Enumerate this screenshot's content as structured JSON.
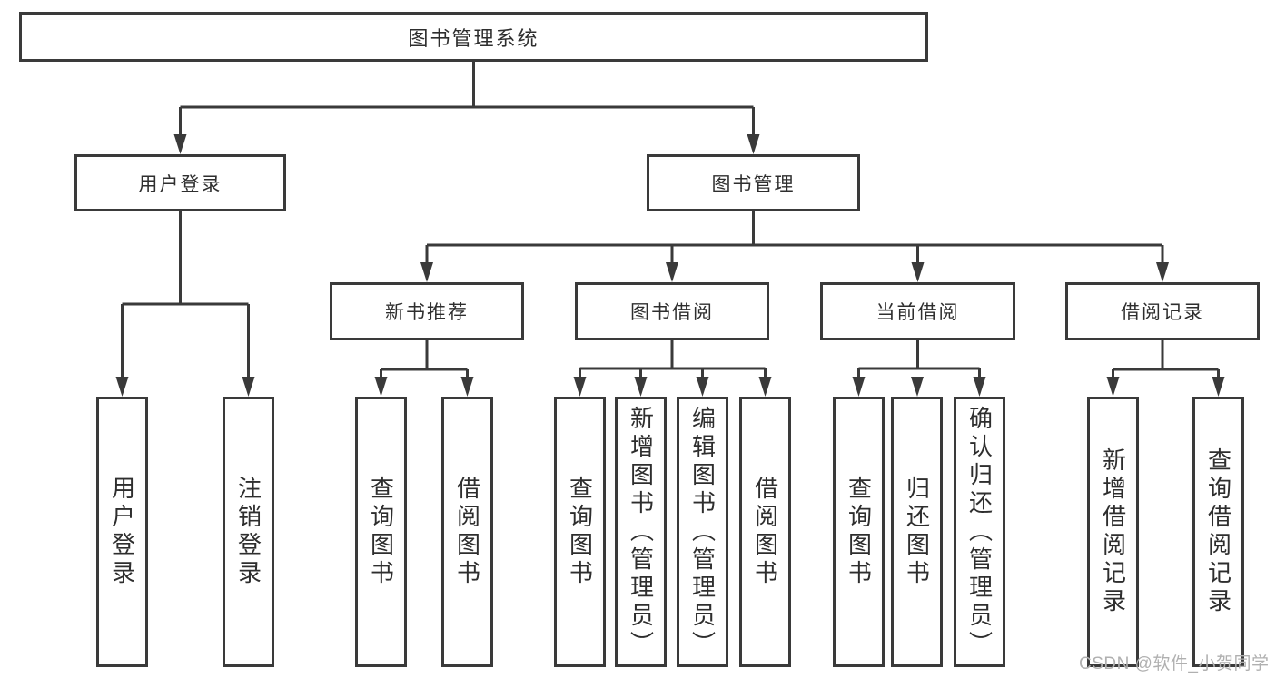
{
  "diagram": {
    "root": {
      "label": "图书管理系统"
    },
    "branches": [
      {
        "label": "用户登录",
        "children": [
          {
            "label": "用户登录"
          },
          {
            "label": "注销登录"
          }
        ]
      },
      {
        "label": "图书管理",
        "children": [
          {
            "label": "新书推荐",
            "children": [
              {
                "label": "查询图书"
              },
              {
                "label": "借阅图书"
              }
            ]
          },
          {
            "label": "图书借阅",
            "children": [
              {
                "label": "查询图书"
              },
              {
                "label": "新增图书（管理员）"
              },
              {
                "label": "编辑图书（管理员）"
              },
              {
                "label": "借阅图书"
              }
            ]
          },
          {
            "label": "当前借阅",
            "children": [
              {
                "label": "查询图书"
              },
              {
                "label": "归还图书"
              },
              {
                "label": "确认归还（管理员）"
              }
            ]
          },
          {
            "label": "借阅记录",
            "children": [
              {
                "label": "新增借阅记录"
              },
              {
                "label": "查询借阅记录"
              }
            ]
          }
        ]
      }
    ]
  },
  "watermark": {
    "text": "CSDN @软件_小贺同学"
  },
  "colors": {
    "line": "#3a3a3a",
    "box_background": "#ffffff",
    "text": "#2e2e2e",
    "watermark": "#b0b0b0"
  }
}
